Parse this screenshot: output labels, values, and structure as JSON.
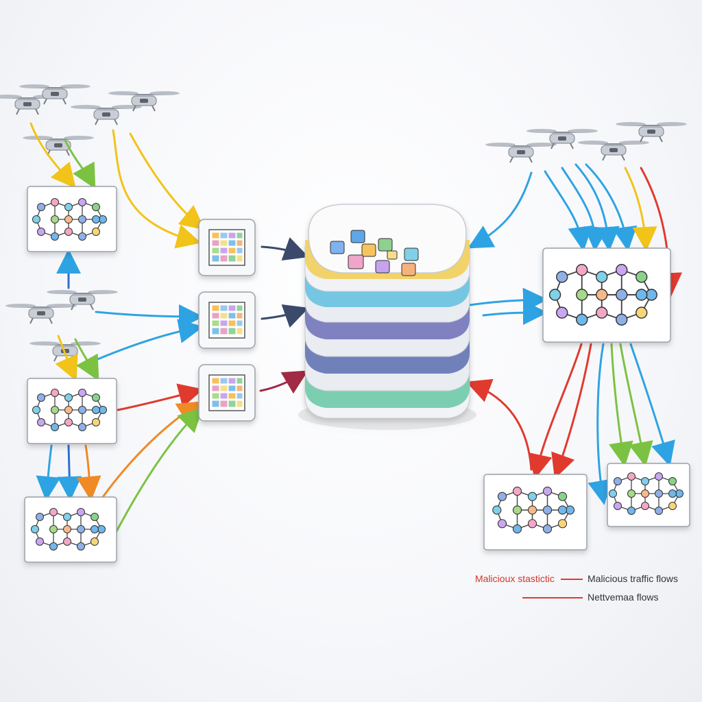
{
  "colors": {
    "yellow": "#f2c318",
    "green": "#7cc242",
    "blue": "#2ea3e3",
    "red": "#e03a2f",
    "orange": "#f08a24",
    "navy": "#3b4a6b",
    "maroon": "#a12a44"
  },
  "legend": {
    "malicious_left": "Malicioux stastictic",
    "malicious_right": "Malicious traffic flows",
    "network_right": "Nettvemaa flows"
  },
  "icons": [
    "drone-icon",
    "network-graph-icon",
    "feature-matrix-icon",
    "layered-server-stack-icon",
    "arrow-icon"
  ]
}
